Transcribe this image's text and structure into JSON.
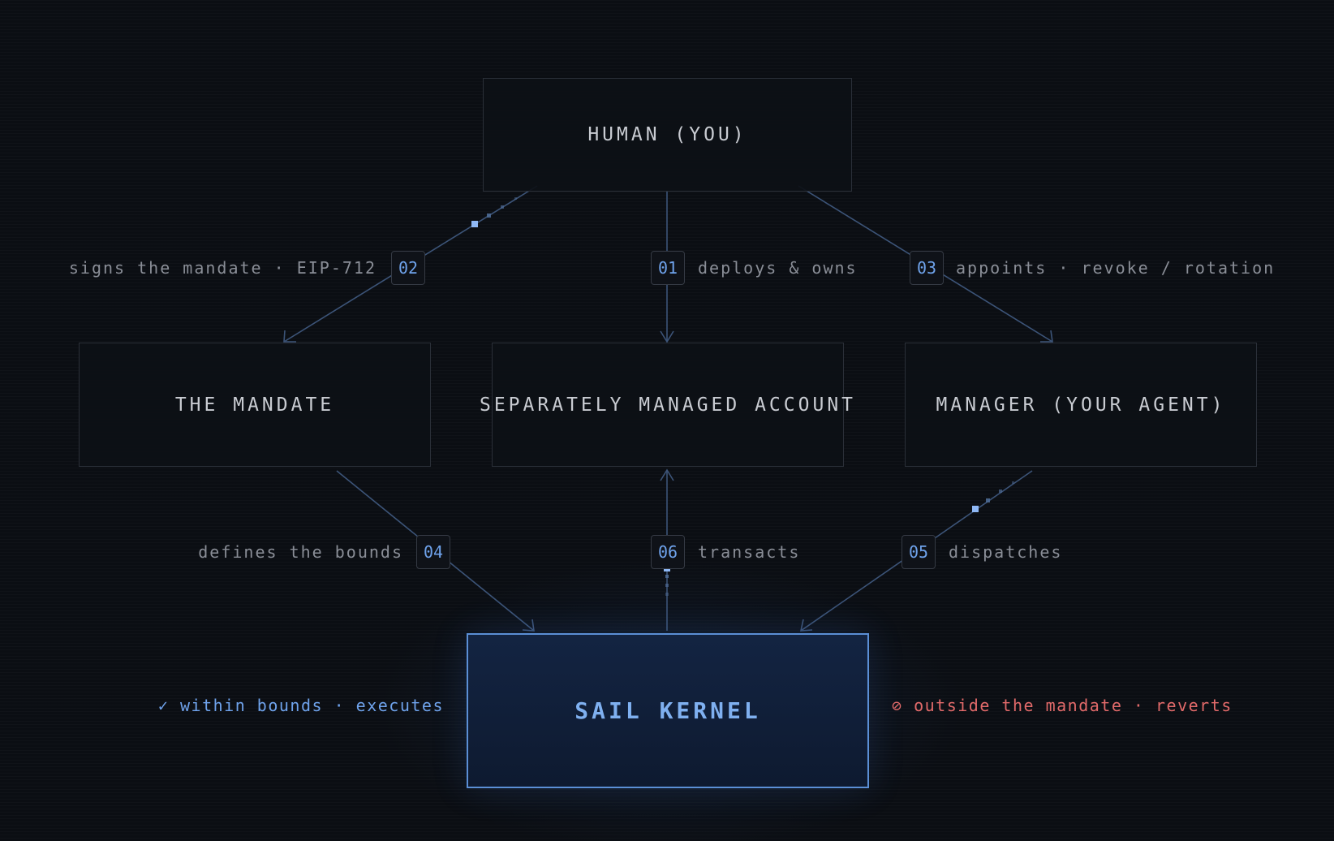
{
  "nodes": {
    "human": "HUMAN (YOU)",
    "mandate": "THE MANDATE",
    "sma": "SEPARATELY MANAGED ACCOUNT",
    "manager": "MANAGER (YOUR AGENT)",
    "kernel": "SAIL KERNEL"
  },
  "edges": [
    {
      "step": "01",
      "label": "deploys & owns"
    },
    {
      "step": "02",
      "label": "signs the mandate · EIP-712"
    },
    {
      "step": "03",
      "label": "appoints · revoke / rotation"
    },
    {
      "step": "04",
      "label": "defines the bounds"
    },
    {
      "step": "05",
      "label": "dispatches"
    },
    {
      "step": "06",
      "label": "transacts"
    }
  ],
  "outcomes": {
    "within": "✓ within bounds · executes",
    "outside": "⊘ outside the mandate · reverts"
  },
  "colors": {
    "accent": "#6fa3ec",
    "error": "#e26a6a",
    "line": "#3c5478",
    "node_border": "#2a2f38",
    "kernel_border": "#5b8fd6"
  }
}
